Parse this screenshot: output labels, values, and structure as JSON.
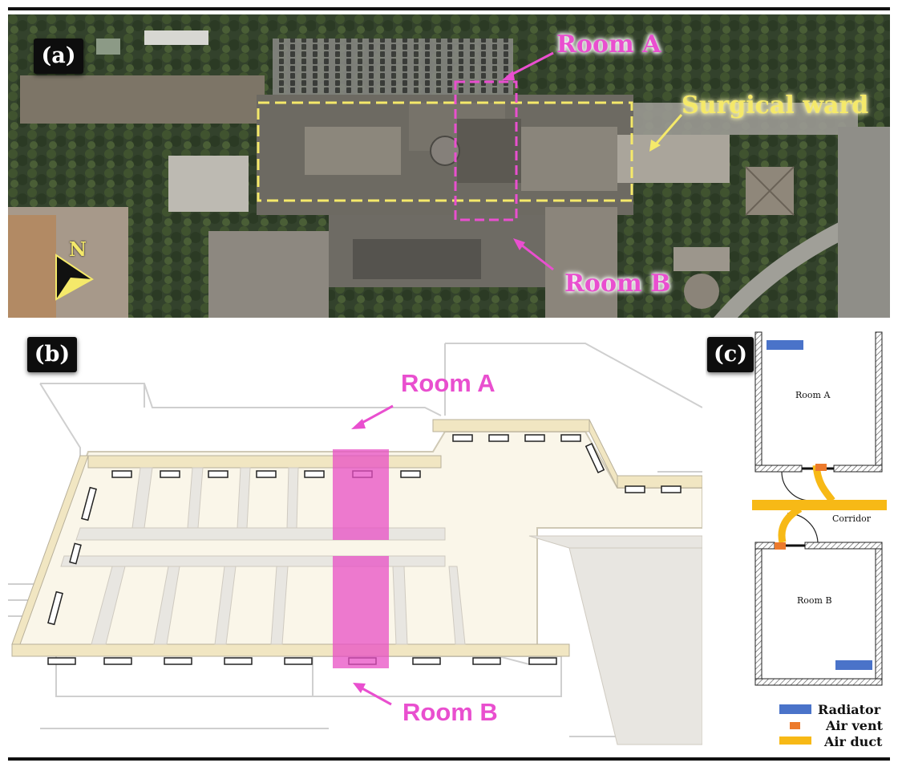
{
  "panel_a": {
    "tag": "(a)",
    "room_a_label": "Room A",
    "room_b_label": "Room B",
    "ward_label": "Surgical ward",
    "north_label": "N"
  },
  "panel_b": {
    "tag": "(b)",
    "room_a_label": "Room A",
    "room_b_label": "Room B"
  },
  "panel_c": {
    "tag": "(c)",
    "room_a_label": "Room A",
    "room_b_label": "Room B",
    "corridor_label": "Corridor",
    "legend": [
      {
        "label": "Radiator",
        "color": "#4a73c9"
      },
      {
        "label": "Air vent",
        "color": "#ec7a2c"
      },
      {
        "label": "Air duct",
        "color": "#f7b916"
      }
    ]
  },
  "colors": {
    "magenta": "#e94fcf",
    "ward_yellow": "#f5e96a",
    "room_fill": "#e84fc4"
  }
}
